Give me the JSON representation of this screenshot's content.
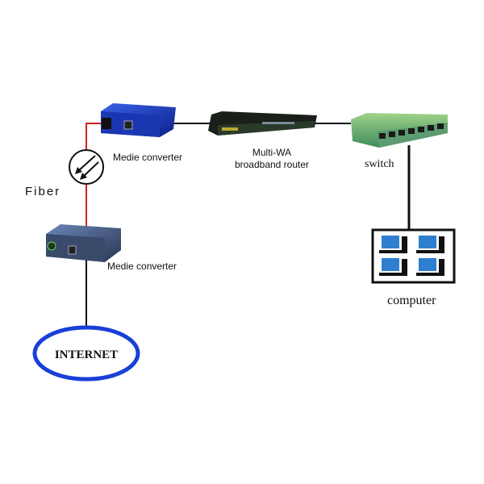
{
  "labels": {
    "top_converter": "Medie converter",
    "bottom_converter": "Medie converter",
    "router_line1": "Multi-WA",
    "router_line2": "broadband router",
    "switch": "switch",
    "computer": "computer",
    "fiber": "Fiber",
    "internet": "INTERNET"
  },
  "colors": {
    "fiber_line": "#d42020",
    "internet_ring": "#1a3fd8",
    "converter_blue": "#1f3fc0",
    "switch_green": "#6fb86a"
  }
}
